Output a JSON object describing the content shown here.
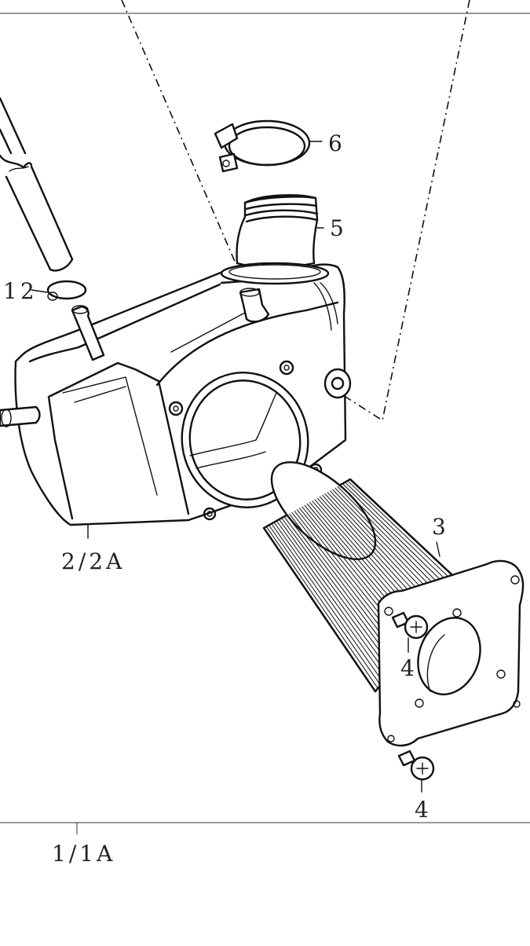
{
  "callouts": {
    "clamp": "6",
    "elbow_hose": "5",
    "clip": "12",
    "air_box": "2/2A",
    "filter_element": "3",
    "screw_upper": "4",
    "screw_lower": "4",
    "assembly": "1/1A"
  },
  "colors": {
    "line": "#111111",
    "background": "#ffffff",
    "text": "#222222"
  }
}
